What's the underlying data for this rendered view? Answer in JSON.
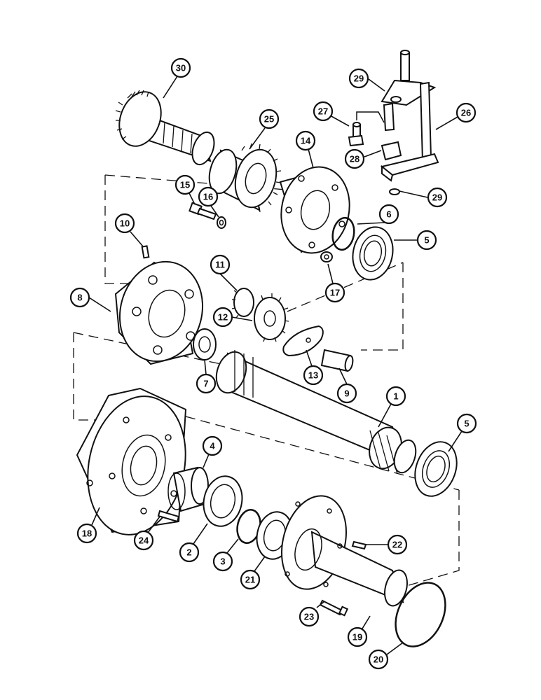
{
  "callouts": [
    {
      "id": "c1",
      "label": "1"
    },
    {
      "id": "c2",
      "label": "2"
    },
    {
      "id": "c3",
      "label": "3"
    },
    {
      "id": "c4",
      "label": "4"
    },
    {
      "id": "c5a",
      "label": "5"
    },
    {
      "id": "c5b",
      "label": "5"
    },
    {
      "id": "c6",
      "label": "6"
    },
    {
      "id": "c7",
      "label": "7"
    },
    {
      "id": "c8",
      "label": "8"
    },
    {
      "id": "c9",
      "label": "9"
    },
    {
      "id": "c10",
      "label": "10"
    },
    {
      "id": "c11",
      "label": "11"
    },
    {
      "id": "c12",
      "label": "12"
    },
    {
      "id": "c13",
      "label": "13"
    },
    {
      "id": "c14",
      "label": "14"
    },
    {
      "id": "c15",
      "label": "15"
    },
    {
      "id": "c16",
      "label": "16"
    },
    {
      "id": "c17",
      "label": "17"
    },
    {
      "id": "c18",
      "label": "18"
    },
    {
      "id": "c19",
      "label": "19"
    },
    {
      "id": "c20",
      "label": "20"
    },
    {
      "id": "c21",
      "label": "21"
    },
    {
      "id": "c22",
      "label": "22"
    },
    {
      "id": "c23",
      "label": "23"
    },
    {
      "id": "c24",
      "label": "24"
    },
    {
      "id": "c25",
      "label": "25"
    },
    {
      "id": "c26",
      "label": "26"
    },
    {
      "id": "c27",
      "label": "27"
    },
    {
      "id": "c28",
      "label": "28"
    },
    {
      "id": "c29a",
      "label": "29"
    },
    {
      "id": "c29b",
      "label": "29"
    },
    {
      "id": "c30",
      "label": "30"
    }
  ]
}
